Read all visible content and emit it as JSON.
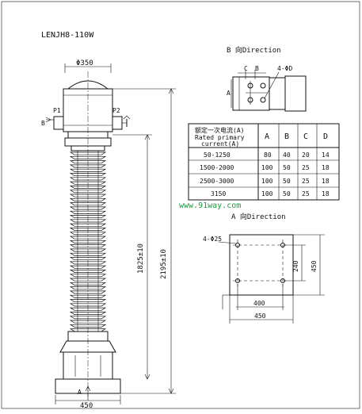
{
  "title": "LENJH8-110W",
  "watermark": "www.91way.com",
  "b_view": {
    "title": "B 向Direction",
    "label_c": "C",
    "label_b": "B",
    "label_holes": "4-ΦD",
    "label_a": "A"
  },
  "a_view": {
    "title": "A 向Direction",
    "label_holes": "4-Φ25",
    "dim_240": "240",
    "dim_450_v": "450",
    "dim_400": "400",
    "dim_450_h": "450"
  },
  "main": {
    "dim_top": "Φ350",
    "label_p1": "P1",
    "label_p2": "P2",
    "label_b": "B",
    "dim_2195": "2195±10",
    "dim_1825": "1825±10",
    "label_a": "A",
    "dim_base": "450"
  },
  "table": {
    "header_cn": "额定一次电流(A)",
    "header_en1": "Rated primary",
    "header_en2": "current(A)",
    "columns": [
      "A",
      "B",
      "C",
      "D"
    ],
    "rows": [
      {
        "current": "50-1250",
        "values": [
          "80",
          "40",
          "20",
          "14"
        ]
      },
      {
        "current": "1500-2000",
        "values": [
          "100",
          "50",
          "25",
          "18"
        ]
      },
      {
        "current": "2500-3000",
        "values": [
          "100",
          "50",
          "25",
          "18"
        ]
      },
      {
        "current": "3150",
        "values": [
          "100",
          "50",
          "25",
          "18"
        ]
      }
    ]
  }
}
